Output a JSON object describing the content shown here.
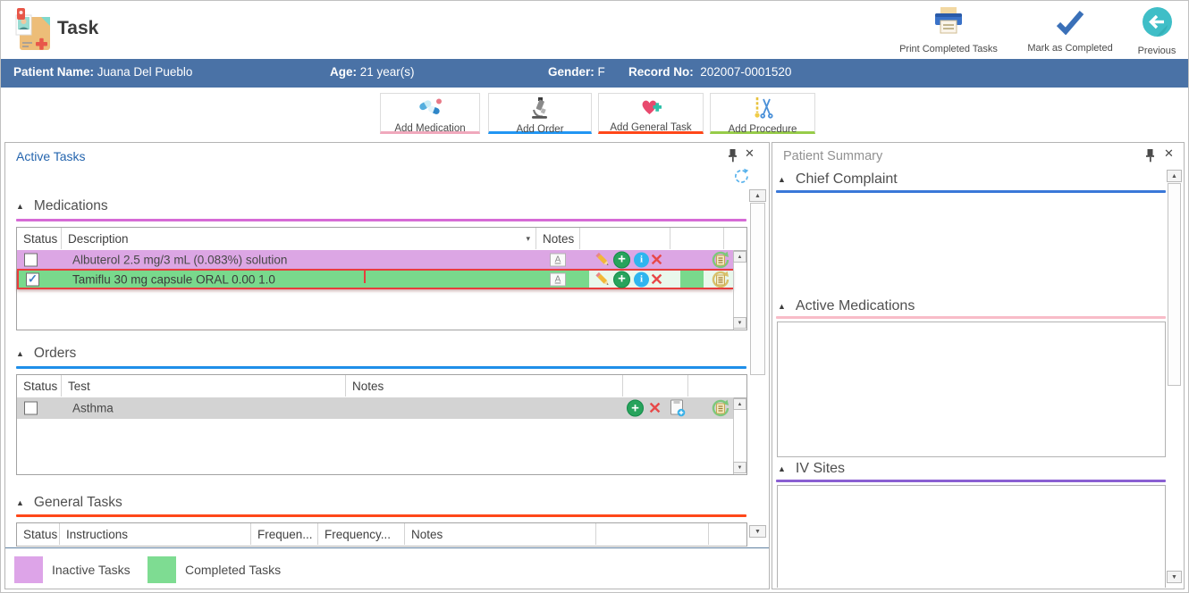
{
  "window": {
    "title": "Task"
  },
  "header": {
    "actions": [
      {
        "label": "Print Completed Tasks",
        "icon": "printer-icon"
      },
      {
        "label": "Mark as Completed",
        "icon": "checkmark-icon"
      },
      {
        "label": "Previous",
        "icon": "back-arrow-icon"
      }
    ]
  },
  "patient_bar": {
    "bg_color": "#4a72a6",
    "name_label": "Patient Name:",
    "name_value": "Juana Del Pueblo",
    "age_label": "Age:",
    "age_value": "21 year(s)",
    "gender_label": "Gender:",
    "gender_value": "F",
    "record_label": "Record No:",
    "record_value": "202007-0001520"
  },
  "toolbar": {
    "buttons": [
      {
        "label": "Add Medication",
        "icon": "pills-icon",
        "accent": "#f0a8bc"
      },
      {
        "label": "Add Order",
        "icon": "microscope-icon",
        "accent": "#2196f3"
      },
      {
        "label": "Add General Task",
        "icon": "heart-plus-icon",
        "accent": "#ff4719"
      },
      {
        "label": "Add Procedure",
        "icon": "surgical-tools-icon",
        "accent": "#97cc49"
      }
    ]
  },
  "active_tasks": {
    "title": "Active Tasks",
    "medications": {
      "title": "Medications",
      "accent": "#d66ad6",
      "columns": [
        "Status",
        "Description",
        "Notes"
      ],
      "rows": [
        {
          "description": "Albuterol 2.5 mg/3 mL (0.083%) solution",
          "checked": false,
          "state": "inactive",
          "row_color": "#dca6e4"
        },
        {
          "description": "Tamiflu 30 mg capsule ORAL 0.00 1.0",
          "checked": true,
          "state": "completed",
          "selected": true,
          "row_color": "#79d98c",
          "selection_color": "#e83c3c"
        }
      ]
    },
    "orders": {
      "title": "Orders",
      "accent": "#1f8fe9",
      "columns": [
        "Status",
        "Test",
        "Notes"
      ],
      "rows": [
        {
          "test": "Asthma",
          "checked": false,
          "row_color": "#d3d3d3"
        }
      ]
    },
    "general_tasks": {
      "title": "General Tasks",
      "accent": "#ff4719",
      "columns": [
        "Status",
        "Instructions",
        "Frequen...",
        "Frequency...",
        "Notes"
      ]
    },
    "legend": [
      {
        "label": "Inactive Tasks",
        "color": "#dda4e8"
      },
      {
        "label": "Completed Tasks",
        "color": "#7edc92"
      }
    ]
  },
  "patient_summary": {
    "title": "Patient Summary",
    "sections": [
      {
        "title": "Chief Complaint",
        "accent": "#3a78d8"
      },
      {
        "title": "Active Medications",
        "accent": "#f8bcc8"
      },
      {
        "title": "IV Sites",
        "accent": "#8a5fd2"
      }
    ]
  }
}
